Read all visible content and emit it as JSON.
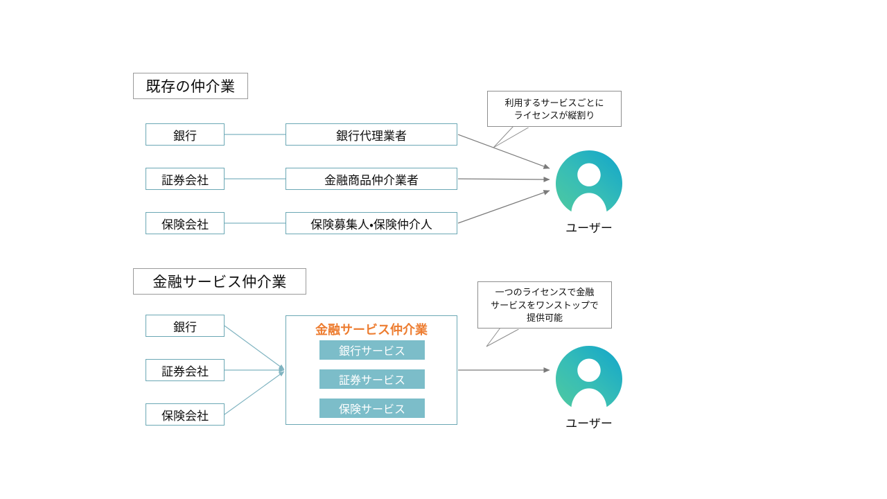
{
  "colors": {
    "box_border": "#6aa7b4",
    "chip_border": "#9a9a9a",
    "service_fill": "#7CBDC9",
    "hub_title": "#ED7D31",
    "arrow_gray": "#808080",
    "connector_teal": "#7fb3c0",
    "avatar_gradient_start": "#3fc4a0",
    "avatar_gradient_end": "#13a8c9"
  },
  "existing": {
    "chip_label": "既存の仲介業",
    "sources": [
      {
        "label": "銀行"
      },
      {
        "label": "証券会社"
      },
      {
        "label": "保険会社"
      }
    ],
    "intermediaries": [
      {
        "label": "銀行代理業者"
      },
      {
        "label": "金融商品仲介業者"
      },
      {
        "label": "保険募集人・保険仲介人"
      }
    ],
    "callout": "利用するサービスごとに\nライセンスが縦割り",
    "user_label": "ユーザー"
  },
  "new_scheme": {
    "chip_label": "金融サービス仲介業",
    "sources": [
      {
        "label": "銀行"
      },
      {
        "label": "証券会社"
      },
      {
        "label": "保険会社"
      }
    ],
    "hub_title": "金融サービス仲介業",
    "hub_services": [
      {
        "label": "銀行サービス"
      },
      {
        "label": "証券サービス"
      },
      {
        "label": "保険サービス"
      }
    ],
    "callout": "一つのライセンスで金融\nサービスをワンストップで\n提供可能",
    "user_label": "ユーザー"
  }
}
